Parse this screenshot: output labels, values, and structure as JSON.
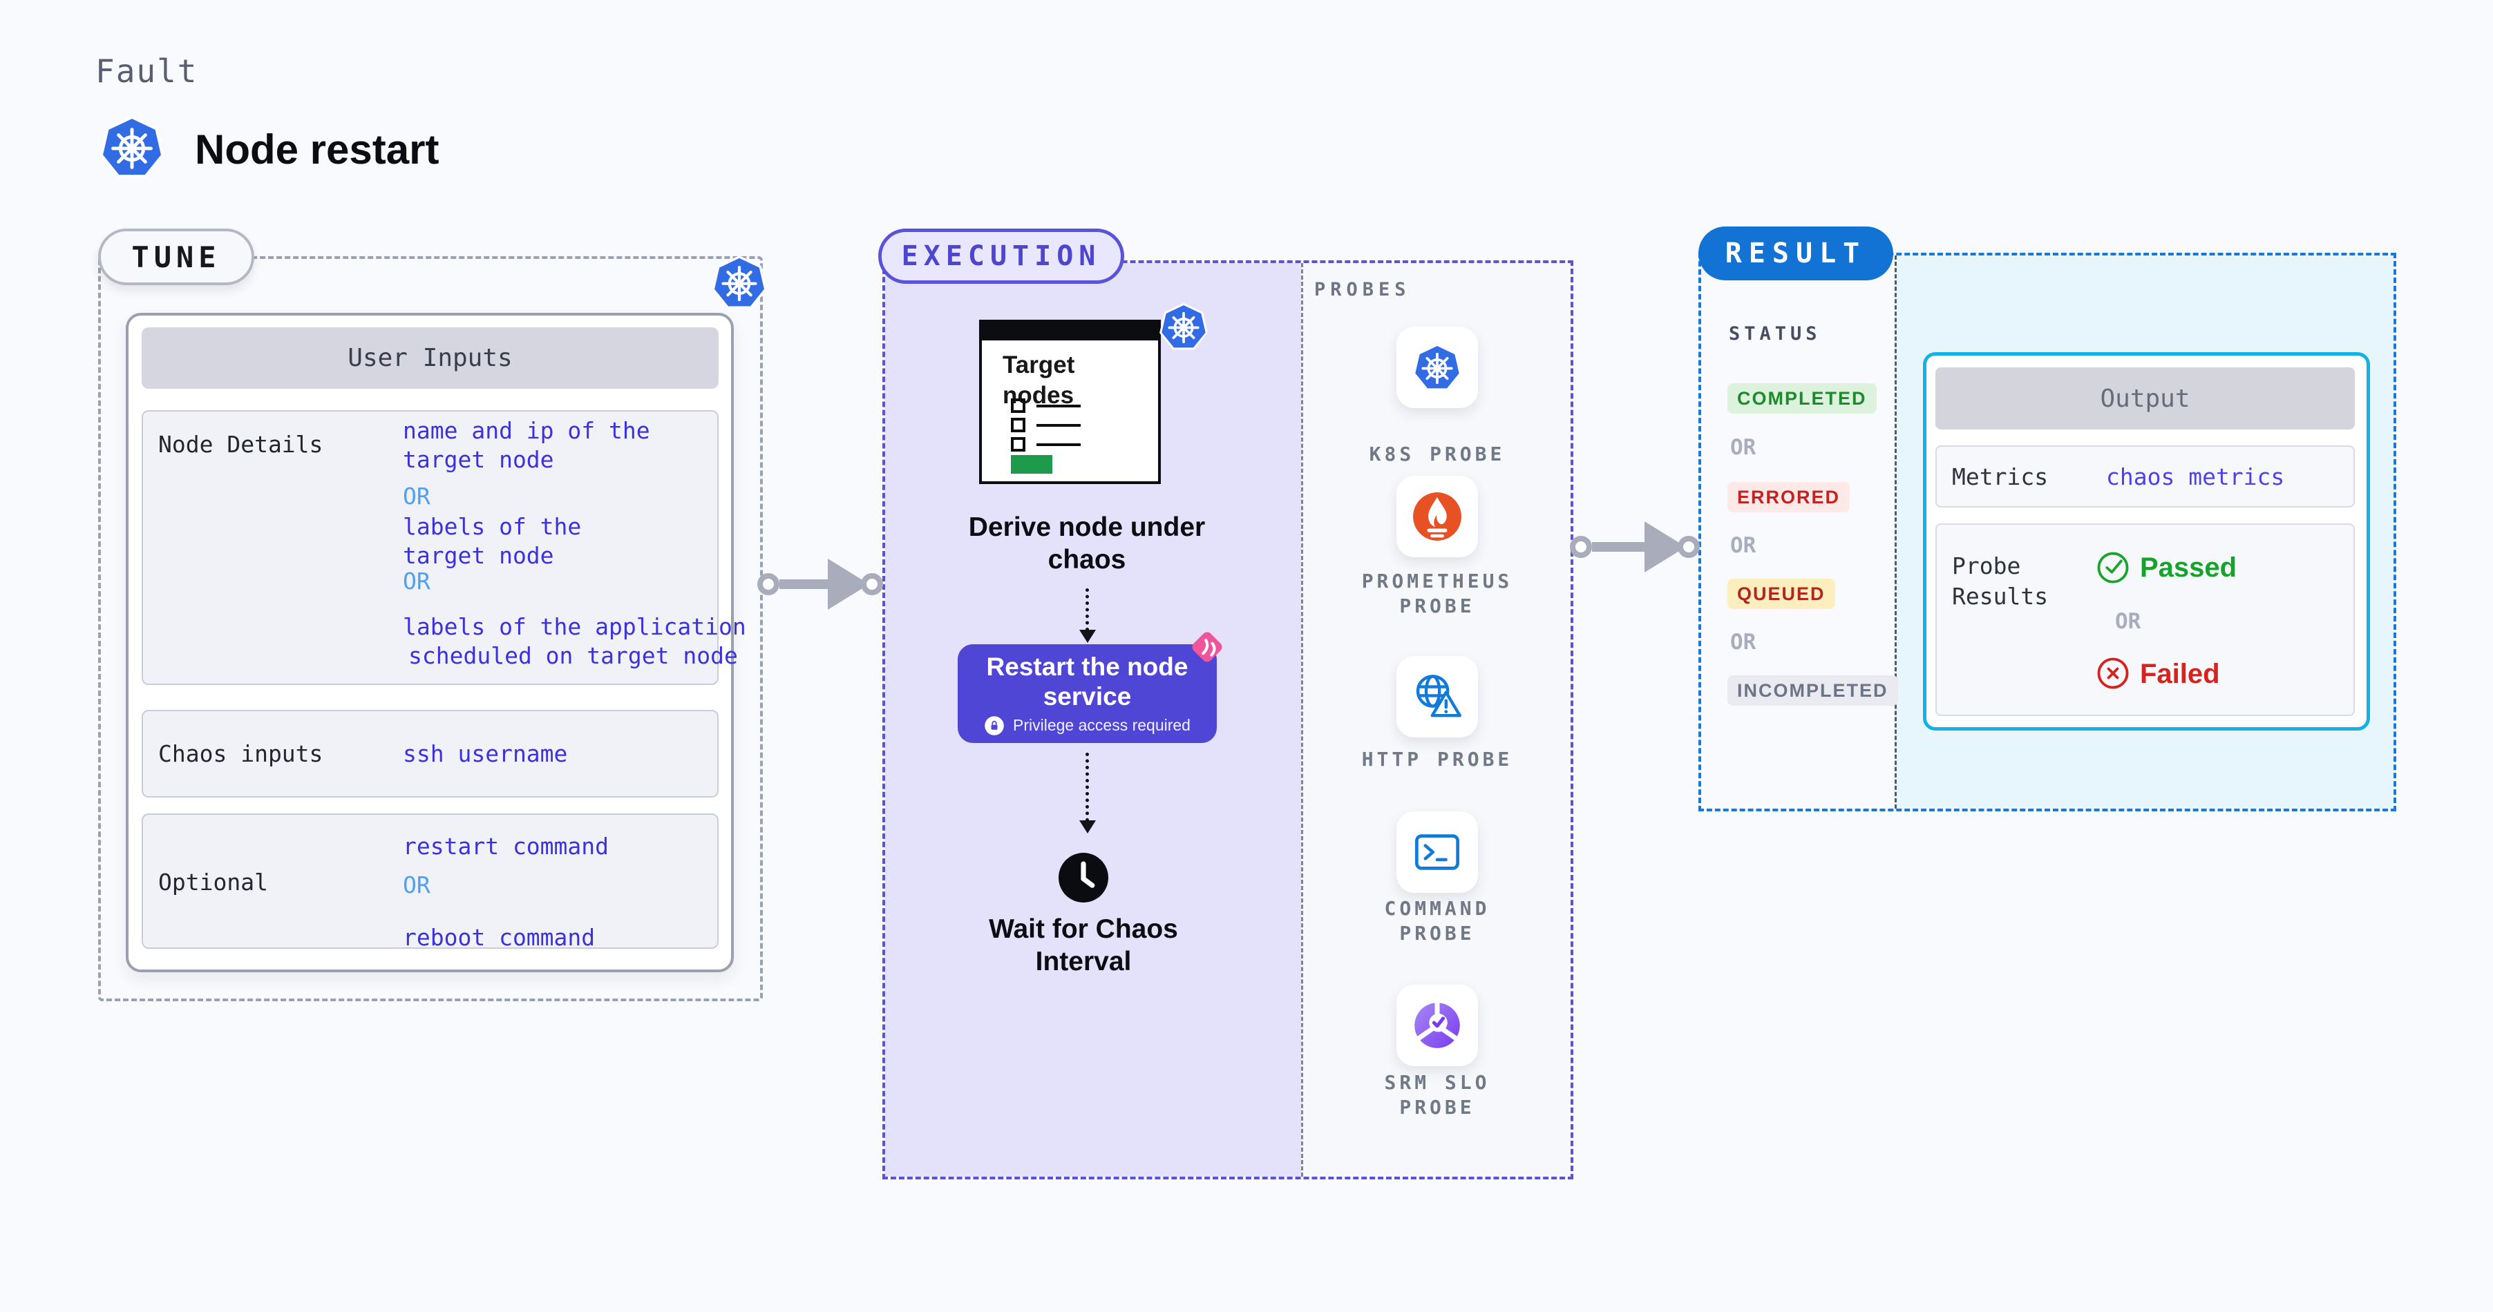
{
  "header": {
    "label": "Fault",
    "title": "Node restart"
  },
  "tune": {
    "tag": "TUNE",
    "table_header": "User Inputs",
    "rows": [
      {
        "label": "Node Details",
        "lines": [
          "name and ip of the",
          "target node",
          "OR",
          "labels of the",
          "target node",
          "OR",
          "labels of the application",
          "scheduled on target node"
        ]
      },
      {
        "label": "Chaos inputs",
        "lines": [
          "ssh username"
        ]
      },
      {
        "label": "Optional",
        "lines": [
          "restart command",
          "OR",
          "reboot command"
        ]
      }
    ]
  },
  "execution": {
    "tag": "EXECUTION",
    "target_card": {
      "title_lines": [
        "Target",
        "nodes"
      ]
    },
    "step_derive": {
      "lines": [
        "Derive node under",
        "chaos"
      ]
    },
    "step_restart": {
      "lines": [
        "Restart the node",
        "service"
      ],
      "note": "Privilege access required"
    },
    "step_wait": {
      "lines": [
        "Wait for Chaos",
        "Interval"
      ]
    }
  },
  "probes": {
    "title": "PROBES",
    "items": [
      {
        "name": "k8s-probe",
        "label_lines": [
          "K8S PROBE"
        ]
      },
      {
        "name": "prometheus-probe",
        "label_lines": [
          "PROMETHEUS",
          "PROBE"
        ]
      },
      {
        "name": "http-probe",
        "label_lines": [
          "HTTP PROBE"
        ]
      },
      {
        "name": "command-probe",
        "label_lines": [
          "COMMAND",
          "PROBE"
        ]
      },
      {
        "name": "srm-slo-probe",
        "label_lines": [
          "SRM SLO",
          "PROBE"
        ]
      }
    ]
  },
  "result": {
    "tag": "RESULT",
    "status": {
      "title": "STATUS",
      "or": "OR",
      "badges": [
        "COMPLETED",
        "ERRORED",
        "QUEUED",
        "INCOMPLETED"
      ]
    },
    "output": {
      "header": "Output",
      "metrics_label": "Metrics",
      "metrics_value": "chaos metrics",
      "probe_results_lines": [
        "Probe",
        "Results"
      ],
      "passed": "Passed",
      "or": "OR",
      "failed": "Failed"
    }
  },
  "colors": {
    "k8s_blue": "#326ce5",
    "indigo_accent": "#4f46d6",
    "execution_border": "#5a52d8",
    "result_blue": "#1273d4",
    "output_border_cyan": "#14b0e8",
    "passed_green": "#16a22b",
    "failed_red": "#d42420",
    "prometheus_orange": "#e75225",
    "srm_purple": "#7a3bed",
    "chaos_pink": "#f0549b",
    "value_indigo": "#3b31dd",
    "or_blue": "#4da0f2"
  }
}
